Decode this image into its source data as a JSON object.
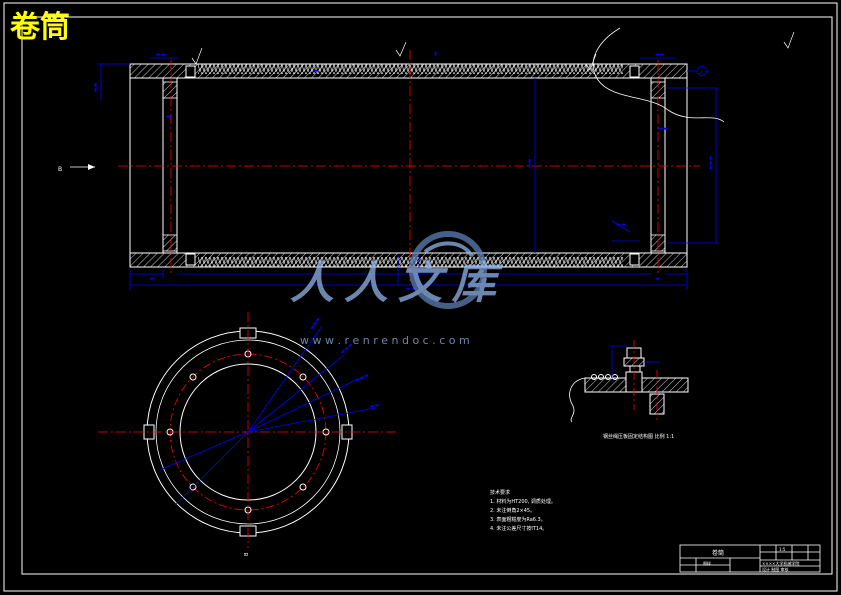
{
  "drawing_title": "卷筒",
  "watermark": {
    "brand": "人人文库",
    "url": "w w w . r e n r e n d o c . c o m"
  },
  "view_labels": {
    "arrow_label": "B",
    "section_bottom": "B"
  },
  "detail_caption": "钢丝绳压板固定结构图  比例 1:1",
  "technical_notes": {
    "heading": "技术要求",
    "items": [
      "1. 材料为HT200, 调质处理。",
      "2. 未注倒角2×45。",
      "3. 表面粗糙度为Ra6.3。",
      "4. 未注公差尺寸按IT14。"
    ]
  },
  "title_block": {
    "name": "卷筒",
    "scale": "1:5",
    "school": "××××大学机械学院",
    "row2": "图样",
    "row3": "设计 制图 审核"
  },
  "colors": {
    "background": "#000000",
    "outline": "#ffffff",
    "dimension": "#0000ff",
    "centerline": "#ff0000",
    "title": "#ffff00",
    "watermark": "#8fb4e8"
  }
}
